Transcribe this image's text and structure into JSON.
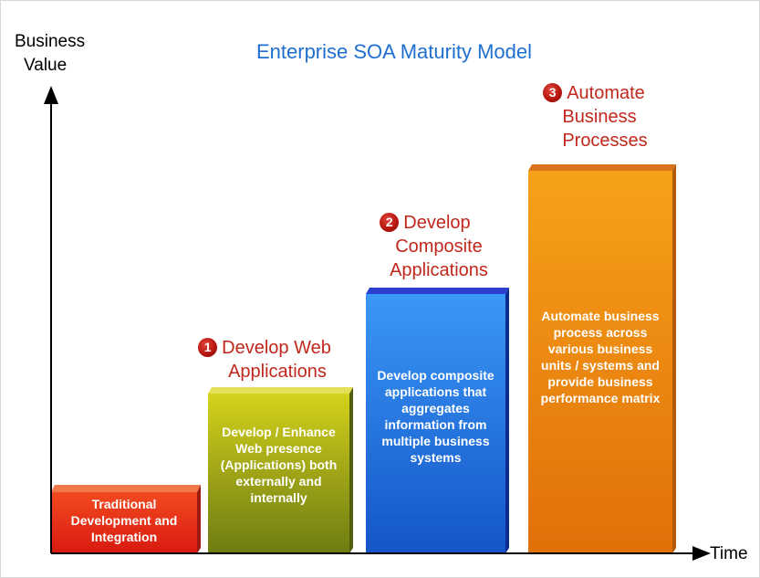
{
  "title": "Enterprise SOA Maturity Model",
  "axes": {
    "y_label": [
      "Business",
      "Value"
    ],
    "x_label": "Time"
  },
  "stages": [
    {
      "number": "",
      "heading": [],
      "description": [
        "Traditional",
        "Development and",
        "Integration"
      ],
      "color": "#e8331b"
    },
    {
      "number": "1",
      "heading": [
        "Develop Web",
        "Applications"
      ],
      "description": [
        "Develop / Enhance",
        "Web presence",
        "(Applications) both",
        "externally and",
        "internally"
      ],
      "color": "#c2c21a"
    },
    {
      "number": "2",
      "heading": [
        "Develop",
        "Composite",
        "Applications"
      ],
      "description": [
        "Develop composite",
        "applications that",
        "aggregates",
        "information from",
        "multiple business",
        "systems"
      ],
      "color": "#2a84f0"
    },
    {
      "number": "3",
      "heading": [
        "Automate",
        "Business",
        "Processes"
      ],
      "description": [
        "Automate business",
        "process across",
        "various business",
        "units / systems and",
        "provide business",
        "performance matrix"
      ],
      "color": "#f28a12"
    }
  ]
}
